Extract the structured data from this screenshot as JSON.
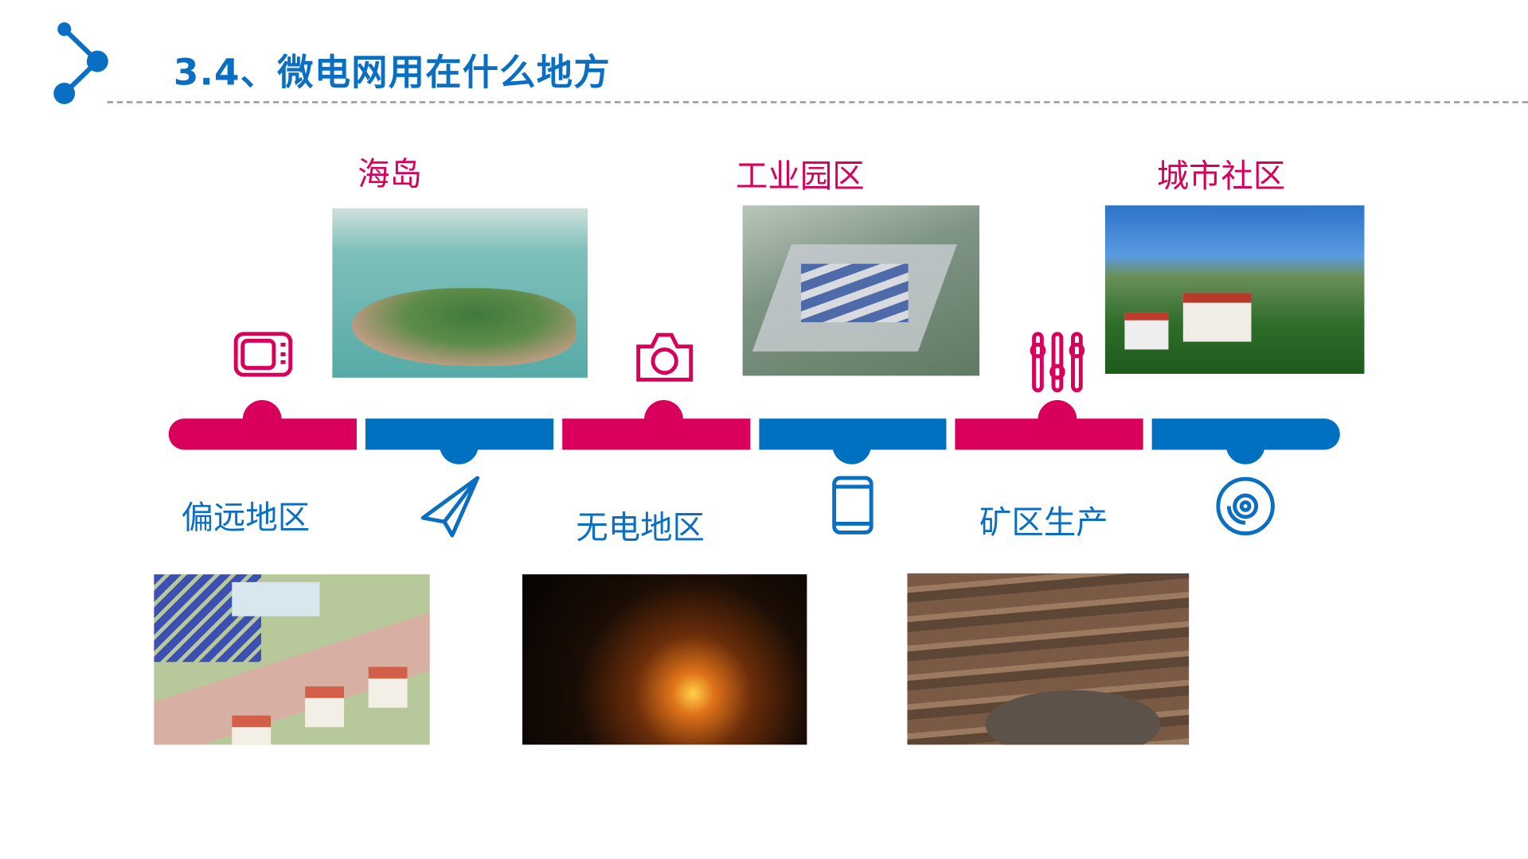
{
  "header": {
    "title": "3.4、微电网用在什么地方"
  },
  "colors": {
    "pink": "#d9005b",
    "blue": "#0070c0",
    "title": "#0a6fc2"
  },
  "top_labels": [
    "海岛",
    "工业园区",
    "城市社区"
  ],
  "bottom_labels": [
    "偏远地区",
    "无电地区",
    "矿区生产"
  ],
  "icons": [
    "tv-icon",
    "paper-plane-icon",
    "camera-icon",
    "smartphone-icon",
    "sliders-icon",
    "disc-icon"
  ],
  "images": [
    "island-photo",
    "industrial-park-photo",
    "city-community-photo",
    "remote-area-solar-diagram",
    "no-electricity-candle-photo",
    "mining-pit-photo"
  ]
}
